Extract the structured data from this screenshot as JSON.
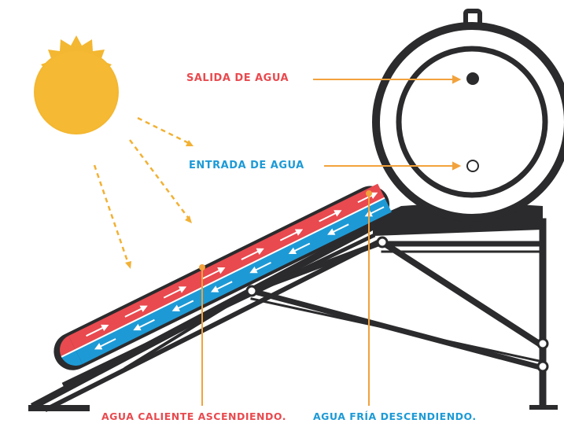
{
  "labels": {
    "water_out": "SALIDA DE AGUA",
    "water_in": "ENTRADA DE AGUA",
    "hot_rising": "AGUA CALIENTE ASCENDIENDO.",
    "cold_descending": "AGUA FRÍA DESCENDIENDO."
  },
  "colors": {
    "hot": "#e84a4f",
    "cold": "#1d9ad6",
    "sun": "#f4b731",
    "ray": "#f2b134",
    "leader": "#f2a23c",
    "structure": "#2b2b2d"
  },
  "icons": [
    "sun-icon",
    "water-tank-icon",
    "solar-collector-icon",
    "flow-arrow-icon"
  ]
}
